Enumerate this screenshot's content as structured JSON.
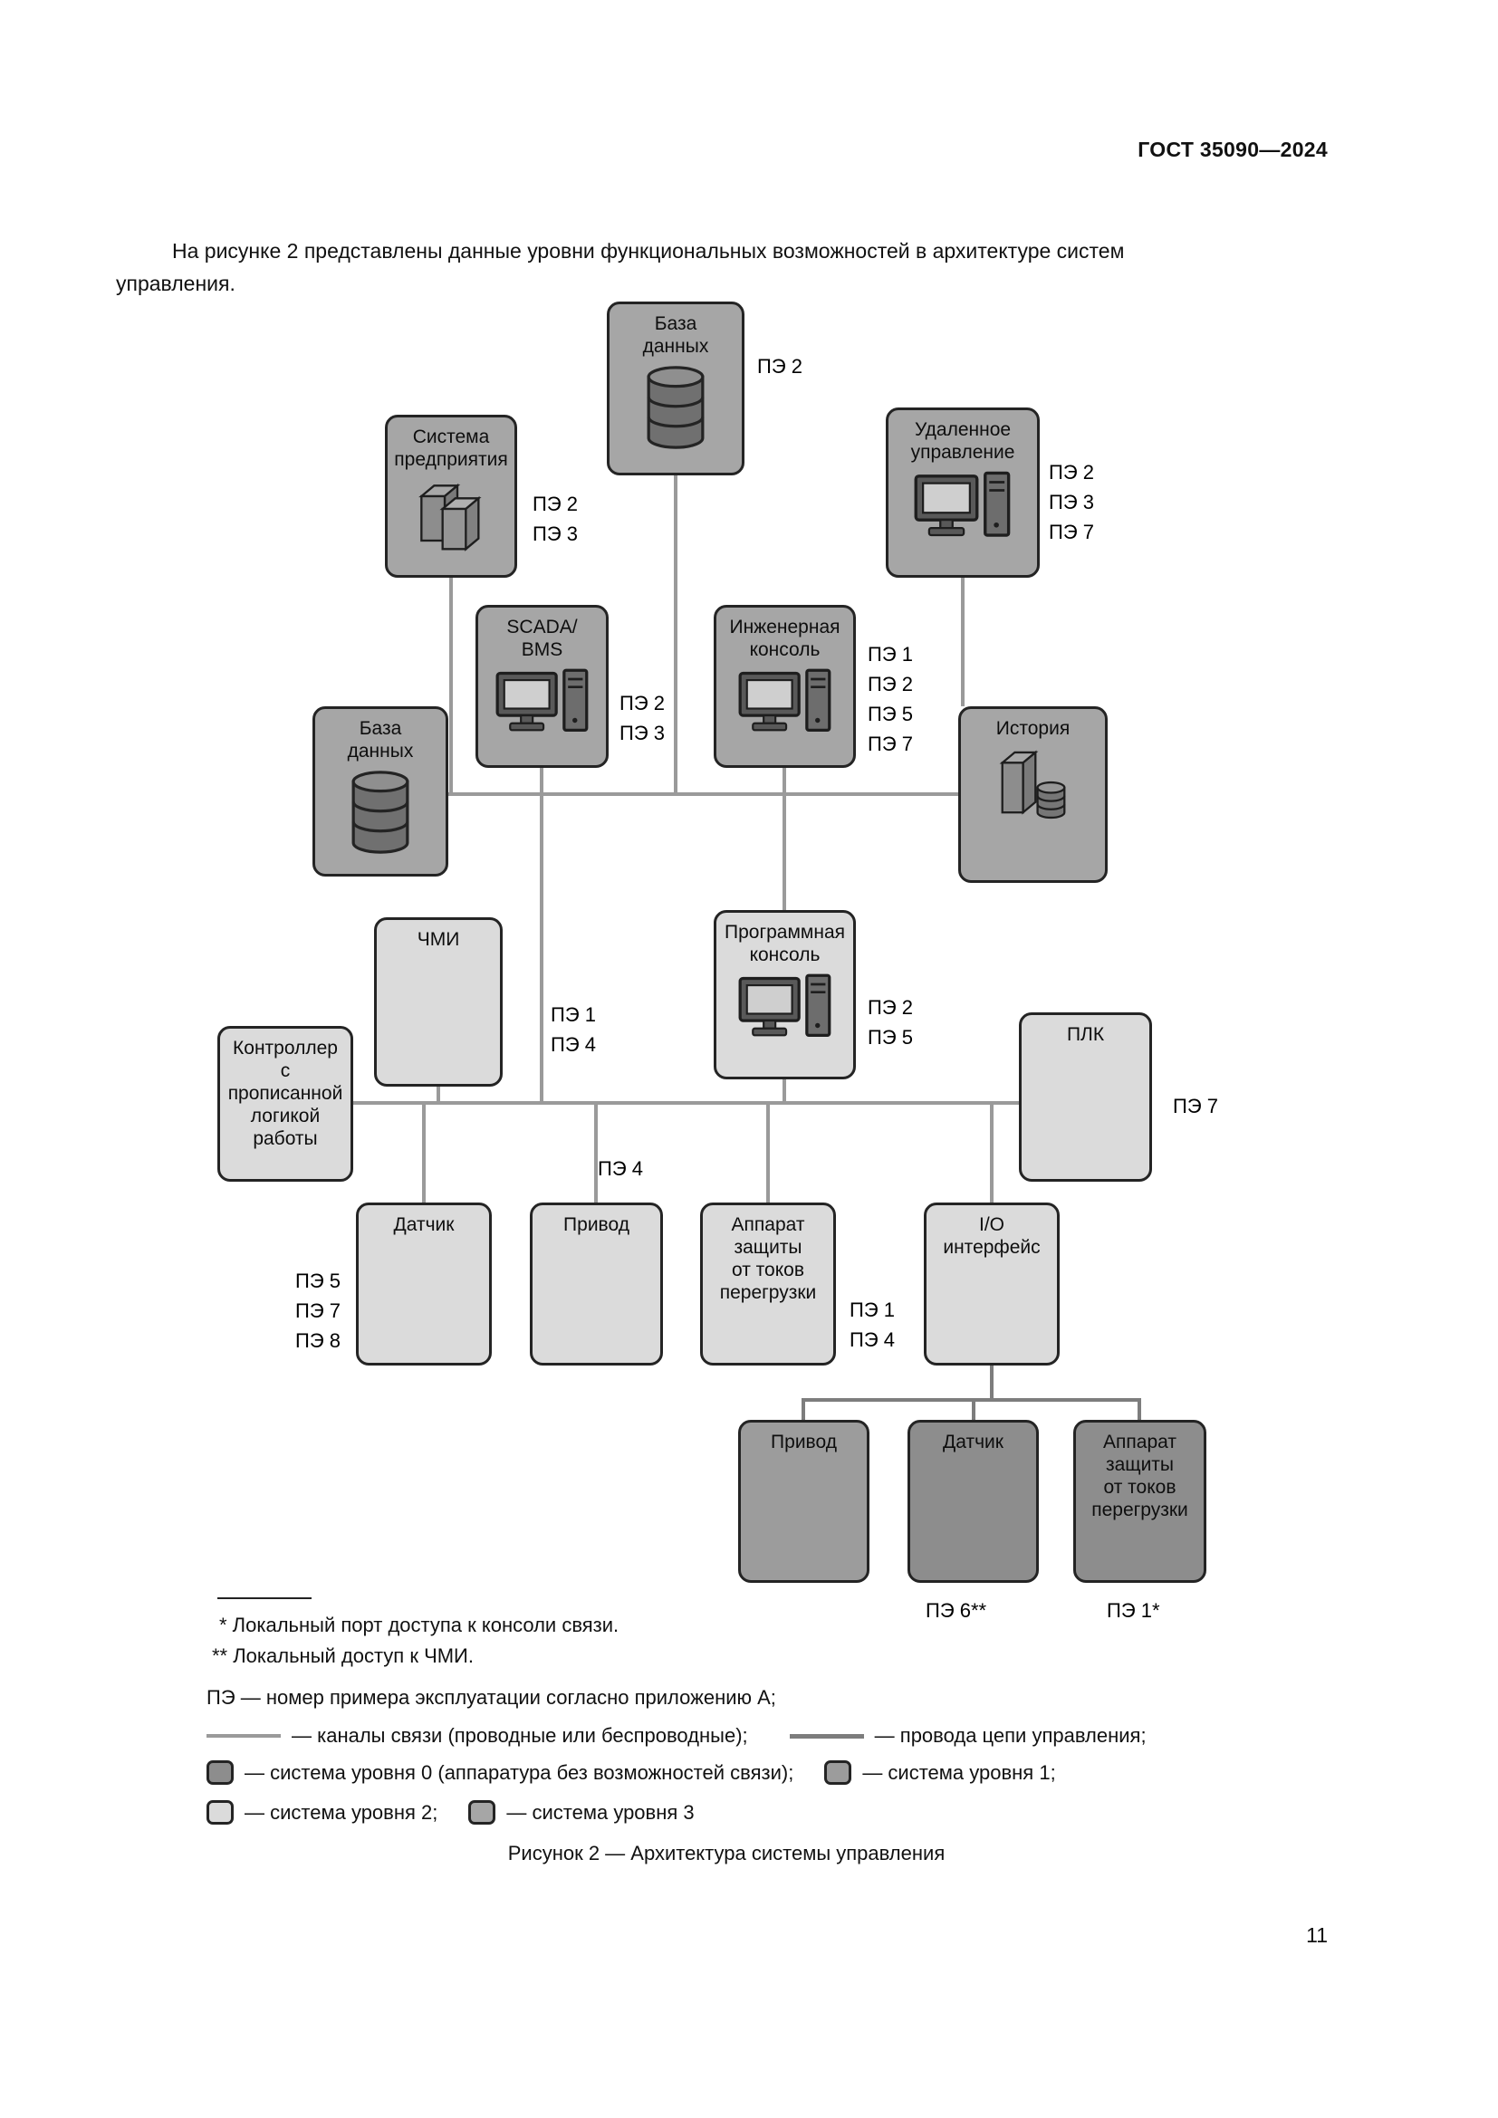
{
  "header": {
    "doc_code": "ГОСТ 35090—2024"
  },
  "intro": {
    "line1": "На рисунке 2 представлены данные уровни функциональных возможностей в архитектуре систем",
    "line2": "управления."
  },
  "diagram": {
    "nodes": {
      "db_top": {
        "title": "База\nданных",
        "pe": "ПЭ 2",
        "icon": "database-icon",
        "level": 3
      },
      "enterprise": {
        "title": "Система\nпредприятия",
        "pe": "ПЭ 2\nПЭ 3",
        "icon": "server-stack-icon",
        "level": 3
      },
      "remote": {
        "title": "Удаленное\nуправление",
        "pe": "ПЭ 2\nПЭ 3\nПЭ 7",
        "icon": "workstation-icon",
        "level": 3
      },
      "scada": {
        "title": "SCADA/\nBMS",
        "pe": "ПЭ 2\nПЭ 3",
        "icon": "workstation-icon",
        "level": 3
      },
      "eng_console": {
        "title": "Инженерная\nконсоль",
        "pe": "ПЭ 1\nПЭ 2\nПЭ 5\nПЭ 7",
        "icon": "workstation-icon",
        "level": 3
      },
      "history": {
        "title": "История",
        "icon": "history-archive-icon",
        "level": 3
      },
      "db_left": {
        "title": "База\nданных",
        "icon": "database-icon",
        "level": 3
      },
      "hmi": {
        "title": "ЧМИ",
        "pe": "ПЭ 1\nПЭ 4",
        "level": 2
      },
      "sw_console": {
        "title": "Программная\nконсоль",
        "pe": "ПЭ 2\nПЭ 5",
        "icon": "workstation-icon",
        "level": 2
      },
      "plc": {
        "title": "ПЛК",
        "pe": "ПЭ 7",
        "level": 2
      },
      "controller": {
        "title": "Контроллер\nс\nпрописанной\nлогикой\nработы",
        "level": 2
      },
      "sensor": {
        "title": "Датчик",
        "pe": "ПЭ 5\nПЭ 7\nПЭ 8",
        "level": 2
      },
      "drive": {
        "title": "Привод",
        "pe": "ПЭ 4",
        "level": 2
      },
      "protection": {
        "title": "Аппарат\nзащиты\nот токов\nперегрузки",
        "level": 2
      },
      "io": {
        "title": "I/O\nинтерфейс",
        "pe": "ПЭ 1\nПЭ 4",
        "level": 2
      },
      "drive_low": {
        "title": "Привод",
        "level": 1
      },
      "sensor_low": {
        "title": "Датчик",
        "pe": "ПЭ 6**",
        "level": 0
      },
      "protection_low": {
        "title": "Аппарат\nзащиты\nот токов\nперегрузки",
        "pe": "ПЭ 1*",
        "level": 0
      }
    }
  },
  "footnotes": {
    "star": "* Локальный порт доступа к консоли связи.",
    "double_star": "** Локальный доступ к ЧМИ.",
    "pe_note": "ПЭ — номер примера эксплуатации согласно приложению А;"
  },
  "legend": {
    "comm_line": "— каналы связи (проводные или беспроводные);",
    "control_line": "— провода цепи управления;",
    "level0": "— система уровня 0 (аппаратура без возможностей связи);",
    "level1": "— система уровня 1;",
    "level2": "— система уровня 2;",
    "level3": "— система уровня 3"
  },
  "caption": "Рисунок 2 — Архитектура системы управления",
  "page_number": "11",
  "colors": {
    "level0": "#8d8d8d",
    "level1": "#9c9c9c",
    "level2": "#dbdbdb",
    "level3": "#a6a6a6",
    "comm_line": "#9a9a9a",
    "control_line": "#7d7d7d",
    "border": "#242424"
  }
}
